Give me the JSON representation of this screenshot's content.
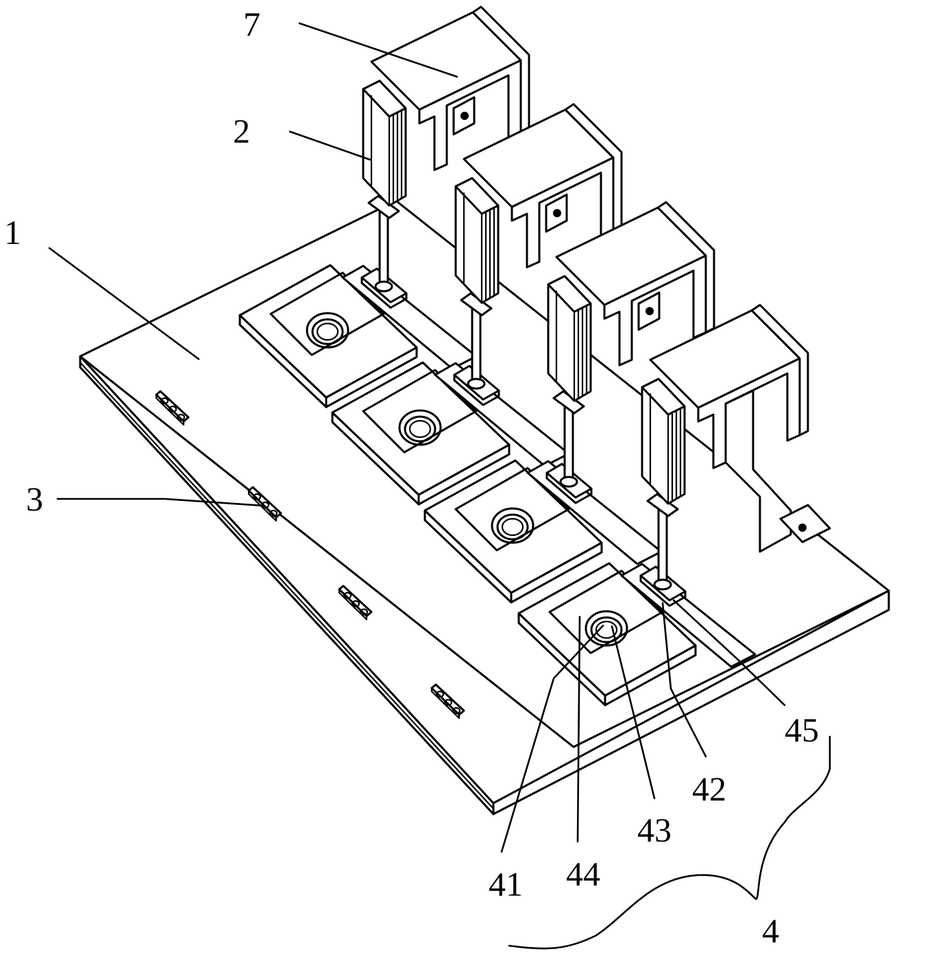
{
  "figure": {
    "type": "patent-drawing",
    "view": "isometric",
    "colors": {
      "line": "#000000",
      "background": "#ffffff"
    }
  },
  "labels": [
    {
      "id": "1",
      "text": "1",
      "part": "base-plate"
    },
    {
      "id": "2",
      "text": "2",
      "part": "actuator-cylinder"
    },
    {
      "id": "3",
      "text": "3",
      "part": "edge-connector"
    },
    {
      "id": "4",
      "text": "4",
      "part": "fixture-assembly"
    },
    {
      "id": "7",
      "text": "7",
      "part": "bracket"
    },
    {
      "id": "41",
      "text": "41",
      "part": "pad-base"
    },
    {
      "id": "42",
      "text": "42",
      "part": "contact-block"
    },
    {
      "id": "43",
      "text": "43",
      "part": "ring-seat"
    },
    {
      "id": "44",
      "text": "44",
      "part": "center-boss"
    },
    {
      "id": "45",
      "text": "45",
      "part": "slide-plate"
    }
  ],
  "stations": {
    "count": 4
  },
  "connectors": {
    "count": 4
  }
}
